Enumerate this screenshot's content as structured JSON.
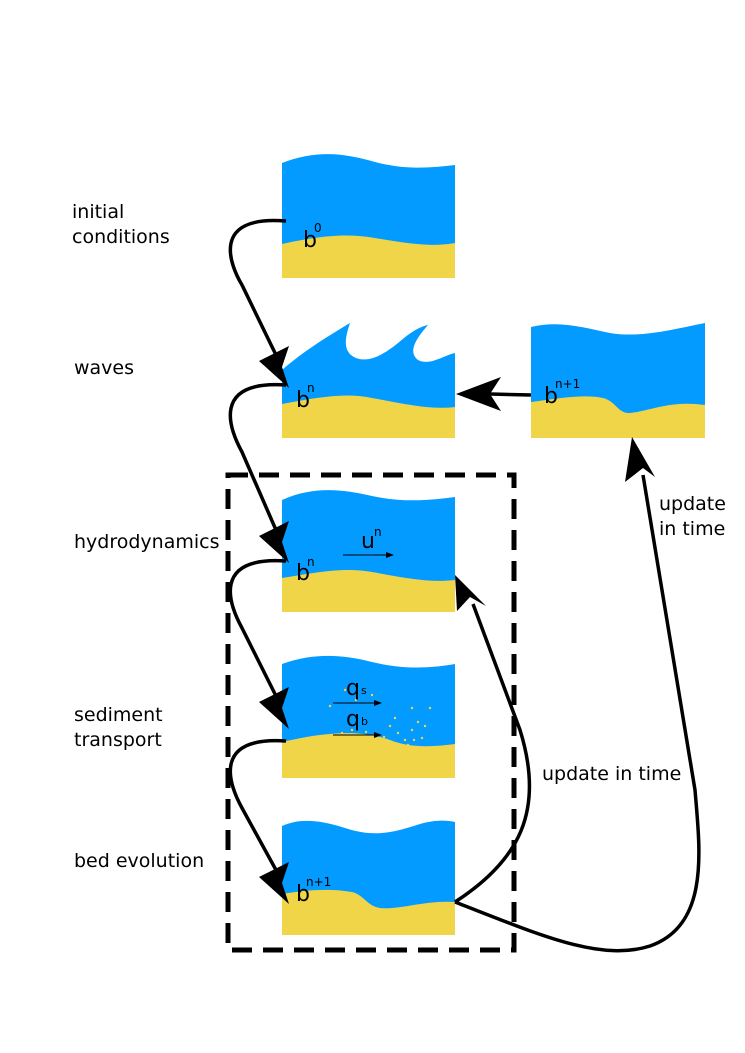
{
  "stages": {
    "initial_line1": "initial",
    "initial_line2": "conditions",
    "waves": "waves",
    "hydrodynamics": "hydrodynamics",
    "sediment_line1": "sediment",
    "sediment_line2": "transport",
    "bed_evolution": "bed evolution"
  },
  "symbols": {
    "b": "b",
    "u": "u",
    "q": "q",
    "sup_0": "0",
    "sup_n": "n",
    "sup_n1": "n+1",
    "sub_s": "s",
    "sub_b": "b"
  },
  "update_labels": {
    "inner": "update in time",
    "outer_line1": "update",
    "outer_line2": "in time"
  },
  "colors": {
    "water": "#039BFF",
    "sand": "#F0D548",
    "grains": "#F0D548",
    "arrows": "#000000"
  }
}
